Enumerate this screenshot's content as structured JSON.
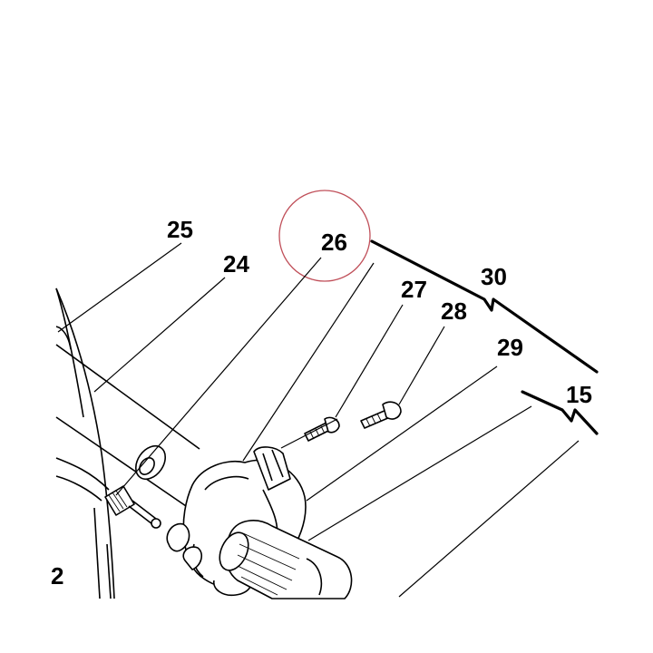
{
  "diagram": {
    "callouts": [
      {
        "id": "25",
        "text": "25"
      },
      {
        "id": "24",
        "text": "24"
      },
      {
        "id": "26",
        "text": "26"
      },
      {
        "id": "27",
        "text": "27"
      },
      {
        "id": "28",
        "text": "28"
      },
      {
        "id": "30",
        "text": "30"
      },
      {
        "id": "29",
        "text": "29"
      },
      {
        "id": "15",
        "text": "15"
      },
      {
        "id": "2",
        "text": "2"
      }
    ],
    "highlight": {
      "target": "26",
      "color": "#c0505a"
    }
  }
}
